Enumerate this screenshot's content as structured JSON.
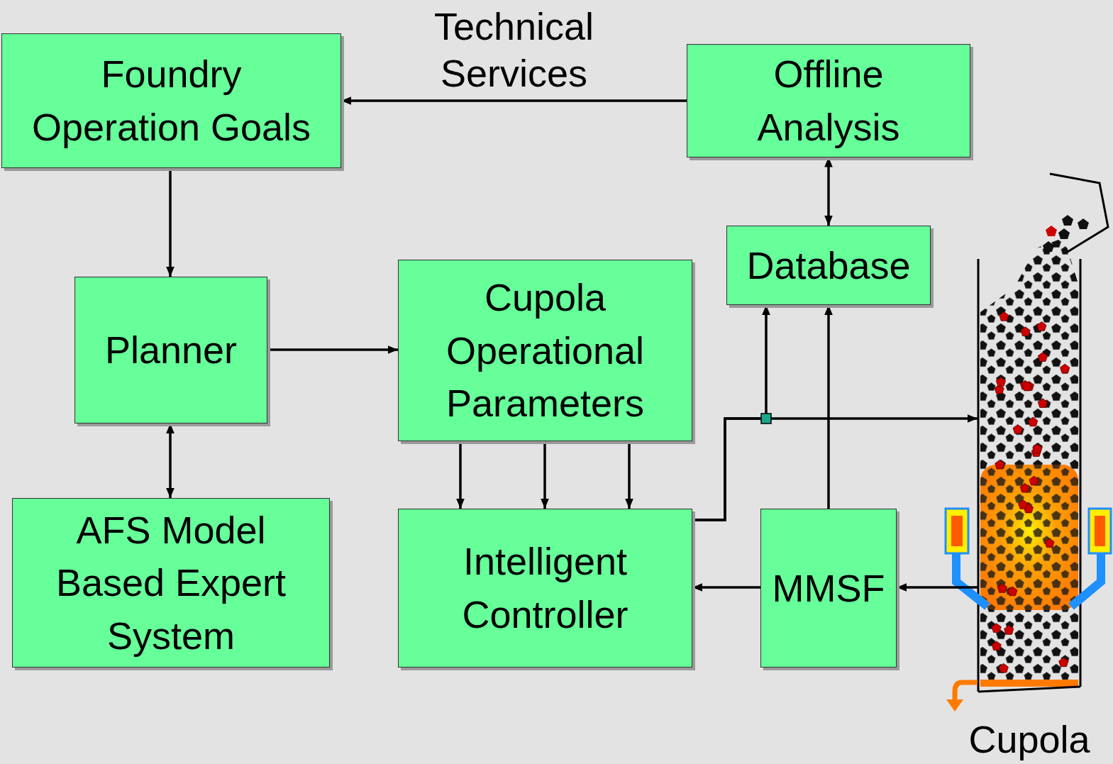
{
  "diagram": {
    "nodes": [
      {
        "text": [
          "Foundry Operation Goals"
        ]
      },
      {
        "text": [
          "Offline Analysis"
        ]
      },
      {
        "text": [
          "Database"
        ]
      },
      {
        "text": [
          "Planner"
        ]
      },
      {
        "text": [
          "Cupola Operational Parameters"
        ]
      },
      {
        "text": [
          "AFS Model Based Expert System"
        ]
      },
      {
        "text": [
          "Intelligent Controller"
        ]
      },
      {
        "text": [
          "MMSF"
        ]
      },
      {
        "text": [
          "Cupola"
        ]
      }
    ],
    "edges": [
      {
        "from": 1,
        "to": 0,
        "label": "Technical Services",
        "arrow": "to"
      },
      {
        "from": 0,
        "to": 3,
        "arrow": "to"
      },
      {
        "from": 1,
        "to": 2,
        "arrow": "both"
      },
      {
        "from": 3,
        "to": 4,
        "arrow": "to"
      },
      {
        "from": 3,
        "to": 5,
        "arrow": "both"
      },
      {
        "from": 4,
        "to": 6,
        "arrow": "to"
      },
      {
        "from": 4,
        "to": 6,
        "arrow": "to"
      },
      {
        "from": 4,
        "to": 6,
        "arrow": "to"
      },
      {
        "from": 6,
        "to": 8,
        "arrow": "to"
      },
      {
        "from": 6,
        "to": 2,
        "arrow": "to"
      },
      {
        "from": 7,
        "to": 2,
        "arrow": "to"
      },
      {
        "from": 8,
        "to": 7,
        "arrow": "to"
      },
      {
        "from": 7,
        "to": 6,
        "arrow": "to"
      }
    ]
  }
}
